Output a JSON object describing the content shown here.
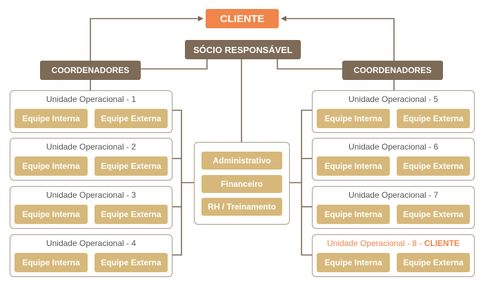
{
  "cliente": "CLIENTE",
  "socio": "SÓCIO RESPONSÁVEL",
  "coordenadores_left": "COORDENADORES",
  "coordenadores_right": "COORDENADORES",
  "units_left": [
    {
      "title": "Unidade Operacional - 1",
      "internal": "Equipe Interna",
      "external": "Equipe Externa"
    },
    {
      "title": "Unidade Operacional - 2",
      "internal": "Equipe Interna",
      "external": "Equipe Externa"
    },
    {
      "title": "Unidade Operacional - 3",
      "internal": "Equipe Interna",
      "external": "Equipe Externa"
    },
    {
      "title": "Unidade Operacional - 4",
      "internal": "Equipe Interna",
      "external": "Equipe Externa"
    }
  ],
  "units_right": [
    {
      "title": "Unidade Operacional - 5",
      "internal": "Equipe Interna",
      "external": "Equipe Externa"
    },
    {
      "title": "Unidade Operacional - 6",
      "internal": "Equipe Interna",
      "external": "Equipe Externa"
    },
    {
      "title": "Unidade Operacional - 7",
      "internal": "Equipe Interna",
      "external": "Equipe Externa"
    },
    {
      "title": "Unidade Operacional - 8 - ",
      "title_highlight": "CLIENTE",
      "internal": "Equipe Interna",
      "external": "Equipe Externa"
    }
  ],
  "departments": [
    "Administrativo",
    "Financeiro",
    "RH / Treinamento"
  ],
  "colors": {
    "accent": "#f0864a",
    "dark": "#7d6a57",
    "tan": "#d7b87b",
    "line": "#7d6a57"
  }
}
